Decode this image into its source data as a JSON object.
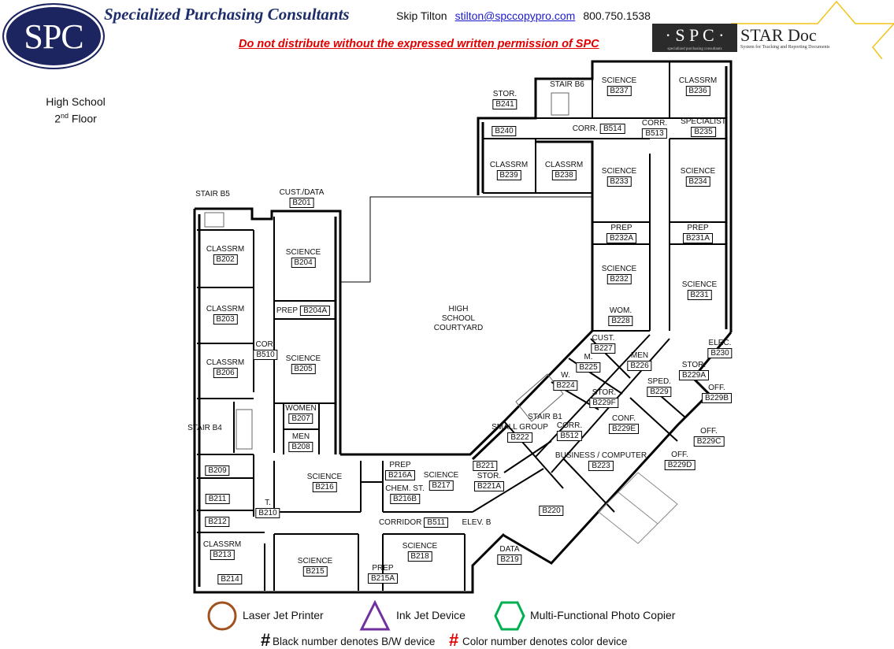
{
  "header": {
    "logo_text": "SPC",
    "company": "Specialized Purchasing Consultants",
    "contact_name": "Skip Tilton",
    "contact_email": "stilton@spccopypro.com",
    "contact_phone": "800.750.1538",
    "warning": "Do not distribute without the expressed written permission of SPC",
    "star_logo_spc": "· S P C ·",
    "star_logo_spc_sub": "specialized purchasing consultants",
    "star_logo_title": "STAR Doc",
    "star_logo_subtitle": "System for Tracking and Reporting Documents"
  },
  "floor": {
    "building": "High School",
    "floor_num": "2",
    "floor_suffix": "nd",
    "floor_word": "Floor"
  },
  "courtyard": [
    "HIGH",
    "SCHOOL",
    "COURTYARD"
  ],
  "rooms": [
    {
      "name": "STAIR B6",
      "number": ""
    },
    {
      "name": "SCIENCE",
      "number": "B237"
    },
    {
      "name": "CLASSRM",
      "number": "B236"
    },
    {
      "name": "STOR.",
      "number": "B241"
    },
    {
      "name": "",
      "number": "B240"
    },
    {
      "name": "CORR.",
      "number": "B514"
    },
    {
      "name": "CORR.",
      "number": "B513"
    },
    {
      "name": "SPECIALIST",
      "number": "B235"
    },
    {
      "name": "CLASSRM",
      "number": "B239"
    },
    {
      "name": "CLASSRM",
      "number": "B238"
    },
    {
      "name": "SCIENCE",
      "number": "B233"
    },
    {
      "name": "SCIENCE",
      "number": "B234"
    },
    {
      "name": "PREP",
      "number": "B232A"
    },
    {
      "name": "PREP",
      "number": "B231A"
    },
    {
      "name": "SCIENCE",
      "number": "B232"
    },
    {
      "name": "SCIENCE",
      "number": "B231"
    },
    {
      "name": "WOM.",
      "number": "B228"
    },
    {
      "name": "CUST.",
      "number": "B227"
    },
    {
      "name": "M.",
      "number": "B225"
    },
    {
      "name": "MEN",
      "number": "B226"
    },
    {
      "name": "ELEC.",
      "number": "B230"
    },
    {
      "name": "W.",
      "number": "B224"
    },
    {
      "name": "STOR.",
      "number": "B229A"
    },
    {
      "name": "SPED.",
      "number": "B229"
    },
    {
      "name": "OFF.",
      "number": "B229B"
    },
    {
      "name": "STOR.",
      "number": "B229F"
    },
    {
      "name": "STAIR B1",
      "number": ""
    },
    {
      "name": "CONF.",
      "number": "B229E"
    },
    {
      "name": "CORR.",
      "number": "B512"
    },
    {
      "name": "OFF.",
      "number": "B229C"
    },
    {
      "name": "SMALL GROUP",
      "number": "B222"
    },
    {
      "name": "BUSINESS / COMPUTER",
      "number": "B223"
    },
    {
      "name": "OFF.",
      "number": "B229D"
    },
    {
      "name": "",
      "number": "B221"
    },
    {
      "name": "STOR.",
      "number": "B221A"
    },
    {
      "name": "",
      "number": "B220"
    },
    {
      "name": "ELEV. B",
      "number": ""
    },
    {
      "name": "DATA",
      "number": "B219"
    },
    {
      "name": "STAIR B5",
      "number": ""
    },
    {
      "name": "CUST./DATA",
      "number": "B201"
    },
    {
      "name": "CLASSRM",
      "number": "B202"
    },
    {
      "name": "SCIENCE",
      "number": "B204"
    },
    {
      "name": "PREP",
      "number": "B204A"
    },
    {
      "name": "CLASSRM",
      "number": "B203"
    },
    {
      "name": "COR.",
      "number": "B510"
    },
    {
      "name": "SCIENCE",
      "number": "B205"
    },
    {
      "name": "CLASSRM",
      "number": "B206"
    },
    {
      "name": "WOMEN",
      "number": "B207"
    },
    {
      "name": "MEN",
      "number": "B208"
    },
    {
      "name": "STAIR B4",
      "number": ""
    },
    {
      "name": "",
      "number": "B209"
    },
    {
      "name": "",
      "number": "B211"
    },
    {
      "name": "T.",
      "number": "B210"
    },
    {
      "name": "",
      "number": "B212"
    },
    {
      "name": "CLASSRM",
      "number": "B213"
    },
    {
      "name": "",
      "number": "B214"
    },
    {
      "name": "SCIENCE",
      "number": "B216"
    },
    {
      "name": "PREP",
      "number": "B216A"
    },
    {
      "name": "SCIENCE",
      "number": "B217"
    },
    {
      "name": "CHEM. ST.",
      "number": "B216B"
    },
    {
      "name": "CORRIDOR",
      "number": "B511"
    },
    {
      "name": "SCIENCE",
      "number": "B215"
    },
    {
      "name": "SCIENCE",
      "number": "B218"
    },
    {
      "name": "PREP",
      "number": "B215A"
    }
  ],
  "legend": {
    "laser": {
      "label": "Laser Jet Printer",
      "icon": "circle-icon",
      "color": "#a0521e"
    },
    "inkjet": {
      "label": "Ink Jet Device",
      "icon": "triangle-icon",
      "color": "#7030a0"
    },
    "mfp": {
      "label": "Multi-Functional Photo Copier",
      "icon": "hexagon-icon",
      "color": "#00b050"
    },
    "bw_symbol": "#",
    "bw_text": "Black number denotes B/W device",
    "color_symbol": "#",
    "color_text": "Color number denotes color device"
  }
}
